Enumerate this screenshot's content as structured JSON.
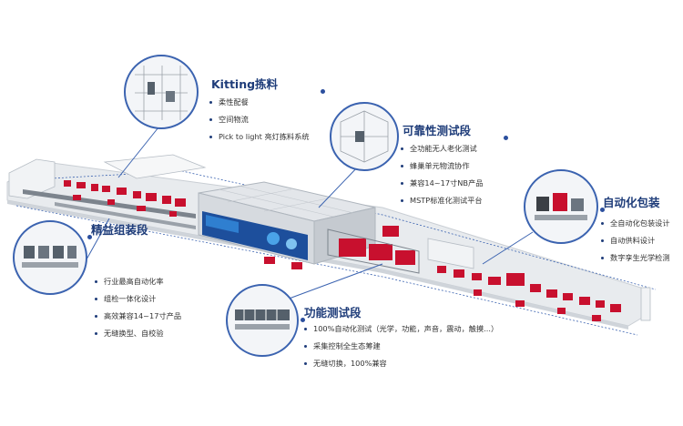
{
  "sections": {
    "kitting": {
      "title": "Kitting拣料",
      "items": [
        "柔性配餐",
        "空间物流",
        "Pick to light 亮灯拣料系统"
      ]
    },
    "reliability": {
      "title": "可靠性测试段",
      "items": [
        "全功能无人老化测试",
        "蜂巢单元物流协作",
        "兼容14~17寸NB产品",
        "MSTP标准化测试平台"
      ]
    },
    "packaging": {
      "title": "自动化包装",
      "items": [
        "全自动化包装设计",
        "自动供料设计",
        "数字孪生光学检测"
      ]
    },
    "assembly": {
      "title": "精益组装段",
      "items": [
        "行业最高自动化率",
        "组检一体化设计",
        "高效兼容14~17寸产品",
        "无缝换型、自校验"
      ]
    },
    "functional": {
      "title": "功能测试段",
      "items": [
        "100%自动化测试（光学，功能，声音，震动，触摸...）",
        "采集控制全生态筹建",
        "无缝切换，100%兼容"
      ]
    }
  },
  "colors": {
    "accent": "#1f3d7a",
    "circle_border": "#3b63b0",
    "machine_red": "#c8102e",
    "floor": "#e8ebee"
  }
}
